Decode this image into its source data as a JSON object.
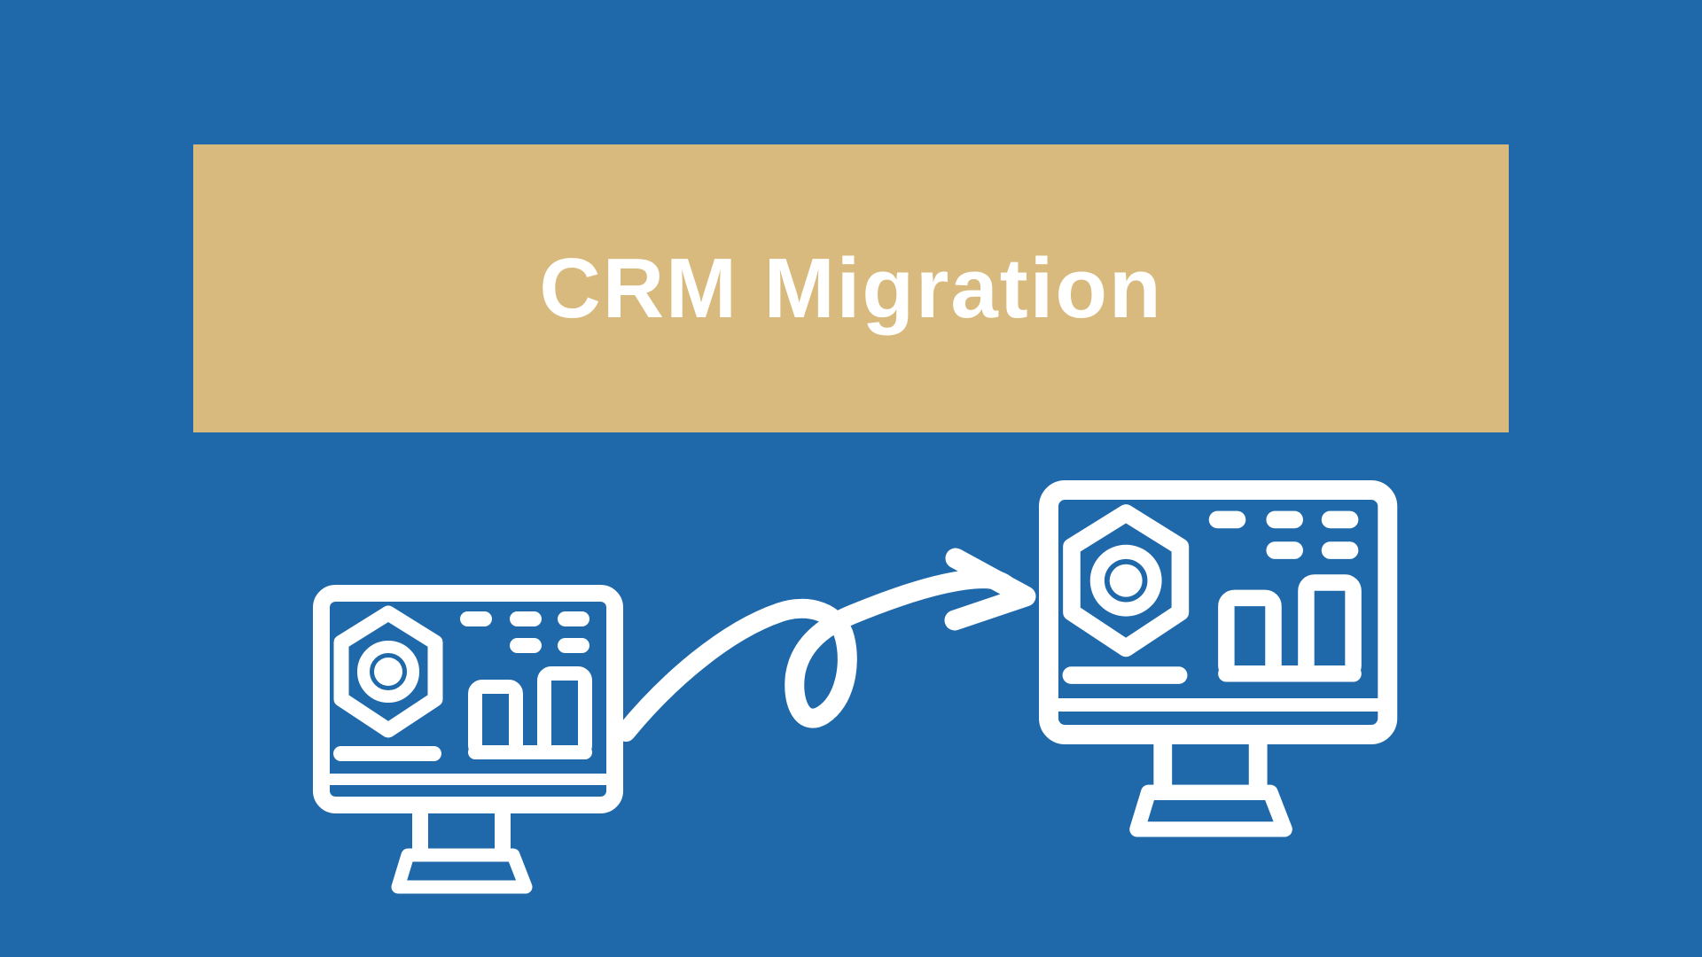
{
  "slide": {
    "title": "CRM Migration"
  },
  "colors": {
    "background": "#1f69ab",
    "banner": "#d8ba7e",
    "icon": "#ffffff",
    "title_text": "#ffffff"
  },
  "graphics": {
    "source_icon": "crm-dashboard-monitor",
    "target_icon": "crm-dashboard-monitor",
    "connector": "curled-arrow-pointing-right"
  }
}
